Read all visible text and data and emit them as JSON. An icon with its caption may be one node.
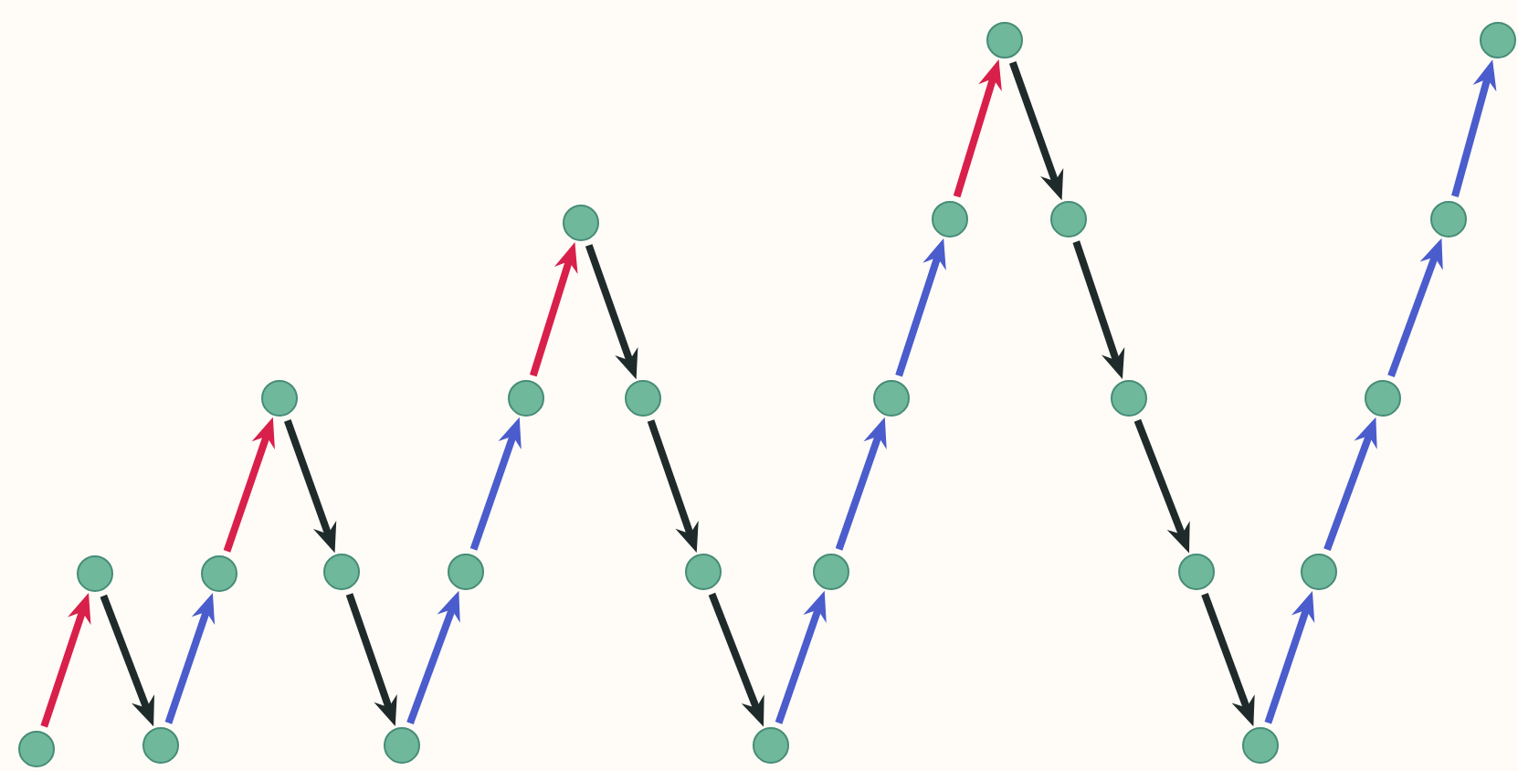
{
  "diagram": {
    "nodes": [
      {
        "text": [],
        "shape": "circle"
      },
      {
        "text": [],
        "shape": "circle"
      },
      {
        "text": [],
        "shape": "circle"
      },
      {
        "text": [],
        "shape": "circle"
      },
      {
        "text": [],
        "shape": "circle"
      },
      {
        "text": [],
        "shape": "circle"
      },
      {
        "text": [],
        "shape": "circle"
      },
      {
        "text": [],
        "shape": "circle"
      },
      {
        "text": [],
        "shape": "circle"
      },
      {
        "text": [],
        "shape": "circle"
      },
      {
        "text": [],
        "shape": "circle"
      },
      {
        "text": [],
        "shape": "circle"
      },
      {
        "text": [],
        "shape": "circle"
      },
      {
        "text": [],
        "shape": "circle"
      },
      {
        "text": [],
        "shape": "circle"
      },
      {
        "text": [],
        "shape": "circle"
      },
      {
        "text": [],
        "shape": "circle"
      },
      {
        "text": [],
        "shape": "circle"
      },
      {
        "text": [],
        "shape": "circle"
      },
      {
        "text": [],
        "shape": "circle"
      },
      {
        "text": [],
        "shape": "circle"
      },
      {
        "text": [],
        "shape": "circle"
      },
      {
        "text": [],
        "shape": "circle"
      },
      {
        "text": [],
        "shape": "circle"
      },
      {
        "text": [],
        "shape": "circle"
      }
    ],
    "edges": [
      {
        "from": 0,
        "to": 1,
        "arrow": "to",
        "color": "#d8204a"
      },
      {
        "from": 1,
        "to": 2,
        "arrow": "to",
        "color": "#1f2b2a"
      },
      {
        "from": 2,
        "to": 3,
        "arrow": "to",
        "color": "#4b5ccc"
      },
      {
        "from": 3,
        "to": 4,
        "arrow": "to",
        "color": "#d8204a"
      },
      {
        "from": 4,
        "to": 5,
        "arrow": "to",
        "color": "#1f2b2a"
      },
      {
        "from": 5,
        "to": 6,
        "arrow": "to",
        "color": "#1f2b2a"
      },
      {
        "from": 6,
        "to": 7,
        "arrow": "to",
        "color": "#4b5ccc"
      },
      {
        "from": 7,
        "to": 8,
        "arrow": "to",
        "color": "#4b5ccc"
      },
      {
        "from": 8,
        "to": 9,
        "arrow": "to",
        "color": "#d8204a"
      },
      {
        "from": 9,
        "to": 10,
        "arrow": "to",
        "color": "#1f2b2a"
      },
      {
        "from": 10,
        "to": 11,
        "arrow": "to",
        "color": "#1f2b2a"
      },
      {
        "from": 11,
        "to": 12,
        "arrow": "to",
        "color": "#1f2b2a"
      },
      {
        "from": 12,
        "to": 13,
        "arrow": "to",
        "color": "#4b5ccc"
      },
      {
        "from": 13,
        "to": 14,
        "arrow": "to",
        "color": "#4b5ccc"
      },
      {
        "from": 14,
        "to": 15,
        "arrow": "to",
        "color": "#4b5ccc"
      },
      {
        "from": 15,
        "to": 16,
        "arrow": "to",
        "color": "#d8204a"
      },
      {
        "from": 16,
        "to": 17,
        "arrow": "to",
        "color": "#1f2b2a"
      },
      {
        "from": 17,
        "to": 18,
        "arrow": "to",
        "color": "#1f2b2a"
      },
      {
        "from": 18,
        "to": 19,
        "arrow": "to",
        "color": "#1f2b2a"
      },
      {
        "from": 19,
        "to": 20,
        "arrow": "to",
        "color": "#1f2b2a"
      },
      {
        "from": 20,
        "to": 21,
        "arrow": "to",
        "color": "#4b5ccc"
      },
      {
        "from": 21,
        "to": 22,
        "arrow": "to",
        "color": "#4b5ccc"
      },
      {
        "from": 22,
        "to": 23,
        "arrow": "to",
        "color": "#4b5ccc"
      },
      {
        "from": 23,
        "to": 24,
        "arrow": "to",
        "color": "#4b5ccc"
      }
    ]
  }
}
